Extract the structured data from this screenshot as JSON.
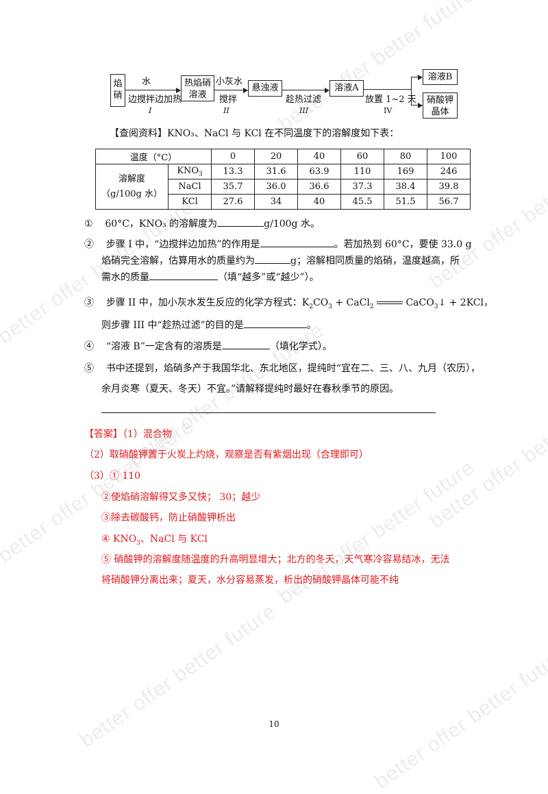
{
  "watermark": "better offer better future",
  "flow": {
    "box1_l1": "焰",
    "box1_l2": "硝",
    "step1_top": "水",
    "step1_bottom": "边搅拌边加热",
    "step1_num": "I",
    "box2_l1": "热焰硝",
    "box2_l2": "溶液",
    "step2_top": "小灰水",
    "step2_bottom": "搅拌",
    "step2_num": "II",
    "box3": "悬浊液",
    "step3_bottom": "趁热过滤",
    "step3_num": "III",
    "box4": "溶液A",
    "step4_bottom": "放置 1~2 天",
    "step4_num": "IV",
    "box5": "溶液B",
    "box6_l1": "硝酸钾",
    "box6_l2": "晶体"
  },
  "ref": {
    "label": "【查阅资料】",
    "text": "KNO₃、NaCl 与 KCl 在不同温度下的溶解度如下表："
  },
  "table": {
    "header_label": "温度（°C）",
    "temps": [
      "0",
      "20",
      "40",
      "60",
      "80",
      "100"
    ],
    "row_label_l1": "溶解度",
    "row_label_l2": "（g/100g 水）",
    "kno3_label": "KNO3",
    "kno3": [
      "13.3",
      "31.6",
      "63.9",
      "110",
      "169",
      "246"
    ],
    "nacl_label": "NaCl",
    "nacl": [
      "35.7",
      "36.0",
      "36.6",
      "37.3",
      "38.4",
      "39.8"
    ],
    "kcl_label": "KCl",
    "kcl": [
      "27.6",
      "34",
      "40",
      "45.5",
      "51.5",
      "56.7"
    ]
  },
  "q": {
    "q1_num": "①",
    "q1_a": "60°C，KNO₃ 的溶解度为",
    "q1_b": "g/100g 水。",
    "q2_num": "②",
    "q2_a": "步骤 I 中，“边搅拌边加热”的作用是",
    "q2_b": "。若加热到 60°C，要使 33.0 g",
    "q2_c": "焰硝完全溶解，估算用水的质量约为",
    "q2_d": "g；溶解相同质量的焰硝，温度越高，所",
    "q2_e": "需水的质量",
    "q2_f": "（填“越多”或“越少”）。",
    "q3_num": "③",
    "q3_a": "步骤 II 中，加小灰水发生反应的化学方程式：",
    "q3_b": "则步骤 III 中“趁热过滤”的目的是",
    "q3_c": "。",
    "q4_num": "④",
    "q4_a": "“溶液 B”一定含有的溶质是",
    "q4_b": "（填化学式）。",
    "q5_num": "⑤",
    "q5_a": "书中还提到，焰硝多产于我国华北、东北地区，提纯时“宜在二、三、八、九月（农历），",
    "q5_b": "余月炎寒（夏天、冬天）不宜。”请解释提纯时最好在春秋季节的原因。"
  },
  "ans": {
    "label": "【答案】",
    "a1": "（1）混合物",
    "a2": "（2）取硝酸钾置于火炭上灼烧，观察是否有紫烟出现（合理即可）",
    "a3_1": "（3）① 110",
    "a3_2": "②使焰硝溶解得又多又快； 30；越少",
    "a3_3": "③除去碳酸钙，防止硝酸钾析出",
    "a3_4": "④ KNO₃、NaCl 与 KCl",
    "a3_5a": "⑤ 硝酸钾的溶解度随温度的升高明显增大；北方的冬天，天气寒冷容易结冰，无法",
    "a3_5b": "将硝酸钾分离出来；夏天，水分容易蒸发，析出的硝酸钾晶体可能不纯"
  },
  "page_number": "10",
  "colors": {
    "answer_red": "#e0191e",
    "text": "#111111",
    "watermark": "#969696"
  }
}
